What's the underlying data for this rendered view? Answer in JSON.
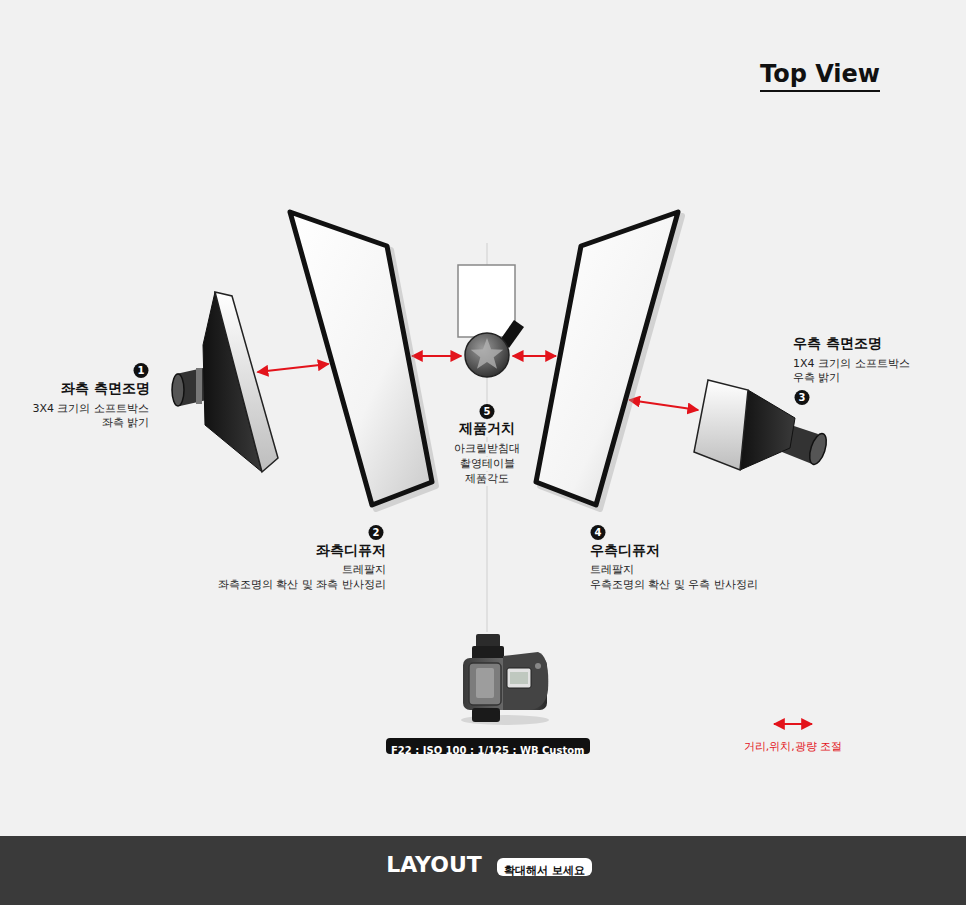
{
  "diagram": {
    "title": "Top View",
    "nodes": [
      {
        "text": [
          "1",
          "좌측 측면조명",
          "3X4 크기의 소프트박스",
          "좌측 밝기"
        ]
      },
      {
        "text": [
          "2",
          "좌측디퓨저",
          "트레팔지",
          "좌측조명의 확산 및 좌측 반사정리"
        ]
      },
      {
        "text": [
          "5",
          "제품거치",
          "아크릴받침대",
          "촬영테이블",
          "제품각도"
        ]
      },
      {
        "text": [
          "4",
          "우측디퓨저",
          "트레팔지",
          "우측조명의 확산 및 우측 반사정리"
        ]
      },
      {
        "text": [
          "우측 측면조명",
          "1X4 크기의 소프트박스",
          "우측 밝기",
          "3"
        ]
      },
      {
        "text": [
          "F22 : ISO 100 : 1/125 : WB Custom"
        ]
      },
      {
        "text": [
          "LAYOUT"
        ]
      },
      {
        "text": [
          "확대해서 보세요"
        ],
        "in": 6
      }
    ],
    "edges": [
      {
        "from": 0,
        "to": 1,
        "arrow": "both"
      },
      {
        "from": 1,
        "to": 2,
        "arrow": "both"
      },
      {
        "from": 2,
        "to": 3,
        "arrow": "both"
      },
      {
        "from": 3,
        "to": 4,
        "arrow": "both"
      }
    ],
    "legend": [
      {
        "text": "거리,위치,광량 조절"
      }
    ]
  }
}
